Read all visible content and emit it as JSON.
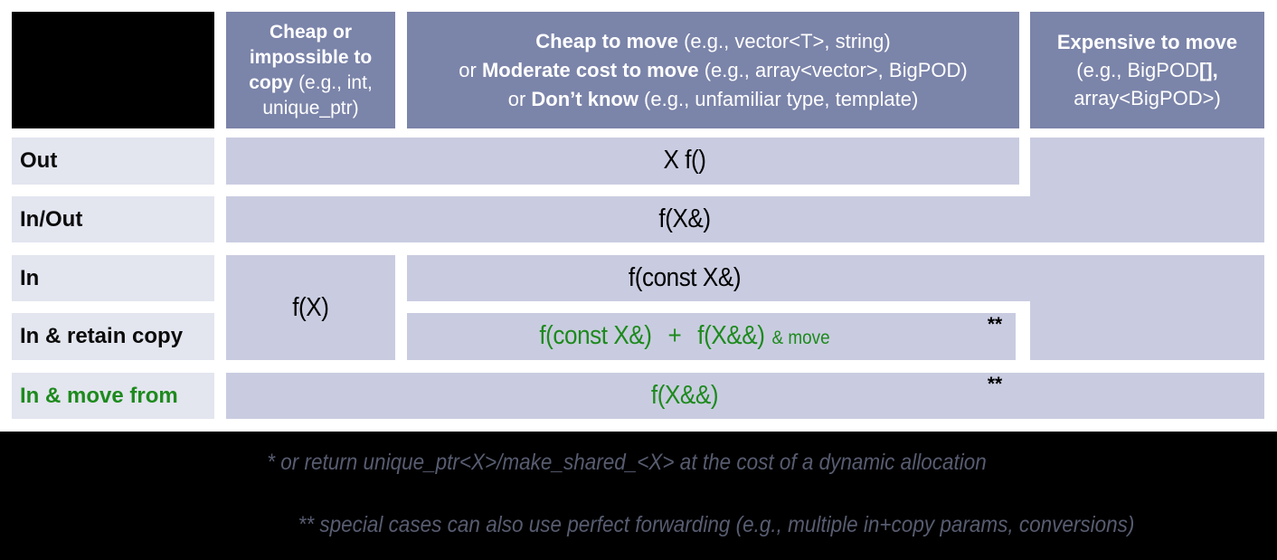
{
  "header": {
    "col1": {
      "l1": "Cheap or",
      "l2": "impossible to",
      "l3_bold": "copy",
      "l3_rest": " (e.g., int,",
      "l4": "unique_ptr)"
    },
    "col2": {
      "l1_bold": "Cheap to move",
      "l1_rest": " (e.g., vector<T>, string)",
      "l2_prefix": "or ",
      "l2_bold": "Moderate cost to move",
      "l2_rest": " (e.g., array<vector>, BigPOD)",
      "l3_prefix": "or ",
      "l3_bold": "Don’t know",
      "l3_rest": " (e.g., unfamiliar type, template)"
    },
    "col3": {
      "l1": "Expensive to move",
      "l2_rest": "(e.g., BigPOD",
      "l2_bold": "[],",
      "l3": "array<BigPOD>)"
    }
  },
  "rows": {
    "out": "Out",
    "inout": "In/Out",
    "in": "In",
    "retain": "In & retain copy",
    "movefrom": "In & move from"
  },
  "cells": {
    "out": "X f()",
    "inout": "f(X&)",
    "copy": "f(X)",
    "in": "f(const X&)",
    "retain_a": "f(const X&)",
    "retain_plus": "+",
    "retain_b": "f(X&&)",
    "retain_move": "& move",
    "retain_stars": "**",
    "movefrom": "f(X&&)",
    "movefrom_stars": "**"
  },
  "footnotes": {
    "line1": "* or return unique_ptr<X>/make_shared_<X> at the cost of a dynamic allocation",
    "line2": "** special cases can also use perfect forwarding (e.g., multiple in+copy params, conversions)"
  },
  "colors": {
    "header_bg": "#7b84a9",
    "cell_bg": "#c9cce0",
    "row_label_bg": "#e3e5ef",
    "accent_green": "#1d8a1d",
    "footnote_gray": "#575c70",
    "black": "#000000"
  }
}
